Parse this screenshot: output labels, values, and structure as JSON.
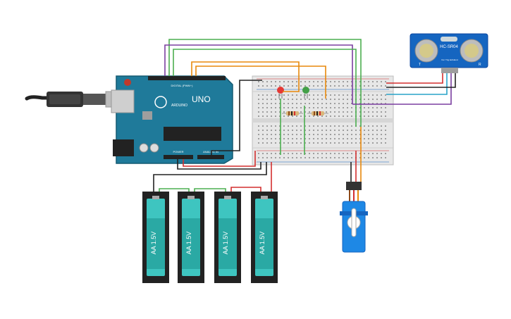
{
  "arduino": {
    "brand": "UNO",
    "logo_text": "ARDUINO",
    "digital_header_label": "DIGITAL (PWM~)",
    "power_header_label": "POWER",
    "analog_header_label": "ANALOG IN"
  },
  "sensor": {
    "model": "HC-SR04",
    "pin_labels": [
      "Vcc",
      "Trig",
      "Echo",
      "Gnd"
    ],
    "left_mark": "T",
    "right_mark": "R"
  },
  "batteries": [
    {
      "label": "AA 1.5V"
    },
    {
      "label": "AA 1.5V"
    },
    {
      "label": "AA 1.5V"
    },
    {
      "label": "AA 1.5V"
    }
  ],
  "components": {
    "led_colors": [
      "#e53935",
      "#43a047"
    ],
    "servo_color": "#1e88e5",
    "board_color": "#1f7a9a"
  },
  "wire_colors": {
    "green": "#4caf50",
    "purple": "#7b3fa0",
    "orange": "#e8890c",
    "cyan": "#29a3c9",
    "red": "#d32f2f",
    "black": "#222222"
  }
}
